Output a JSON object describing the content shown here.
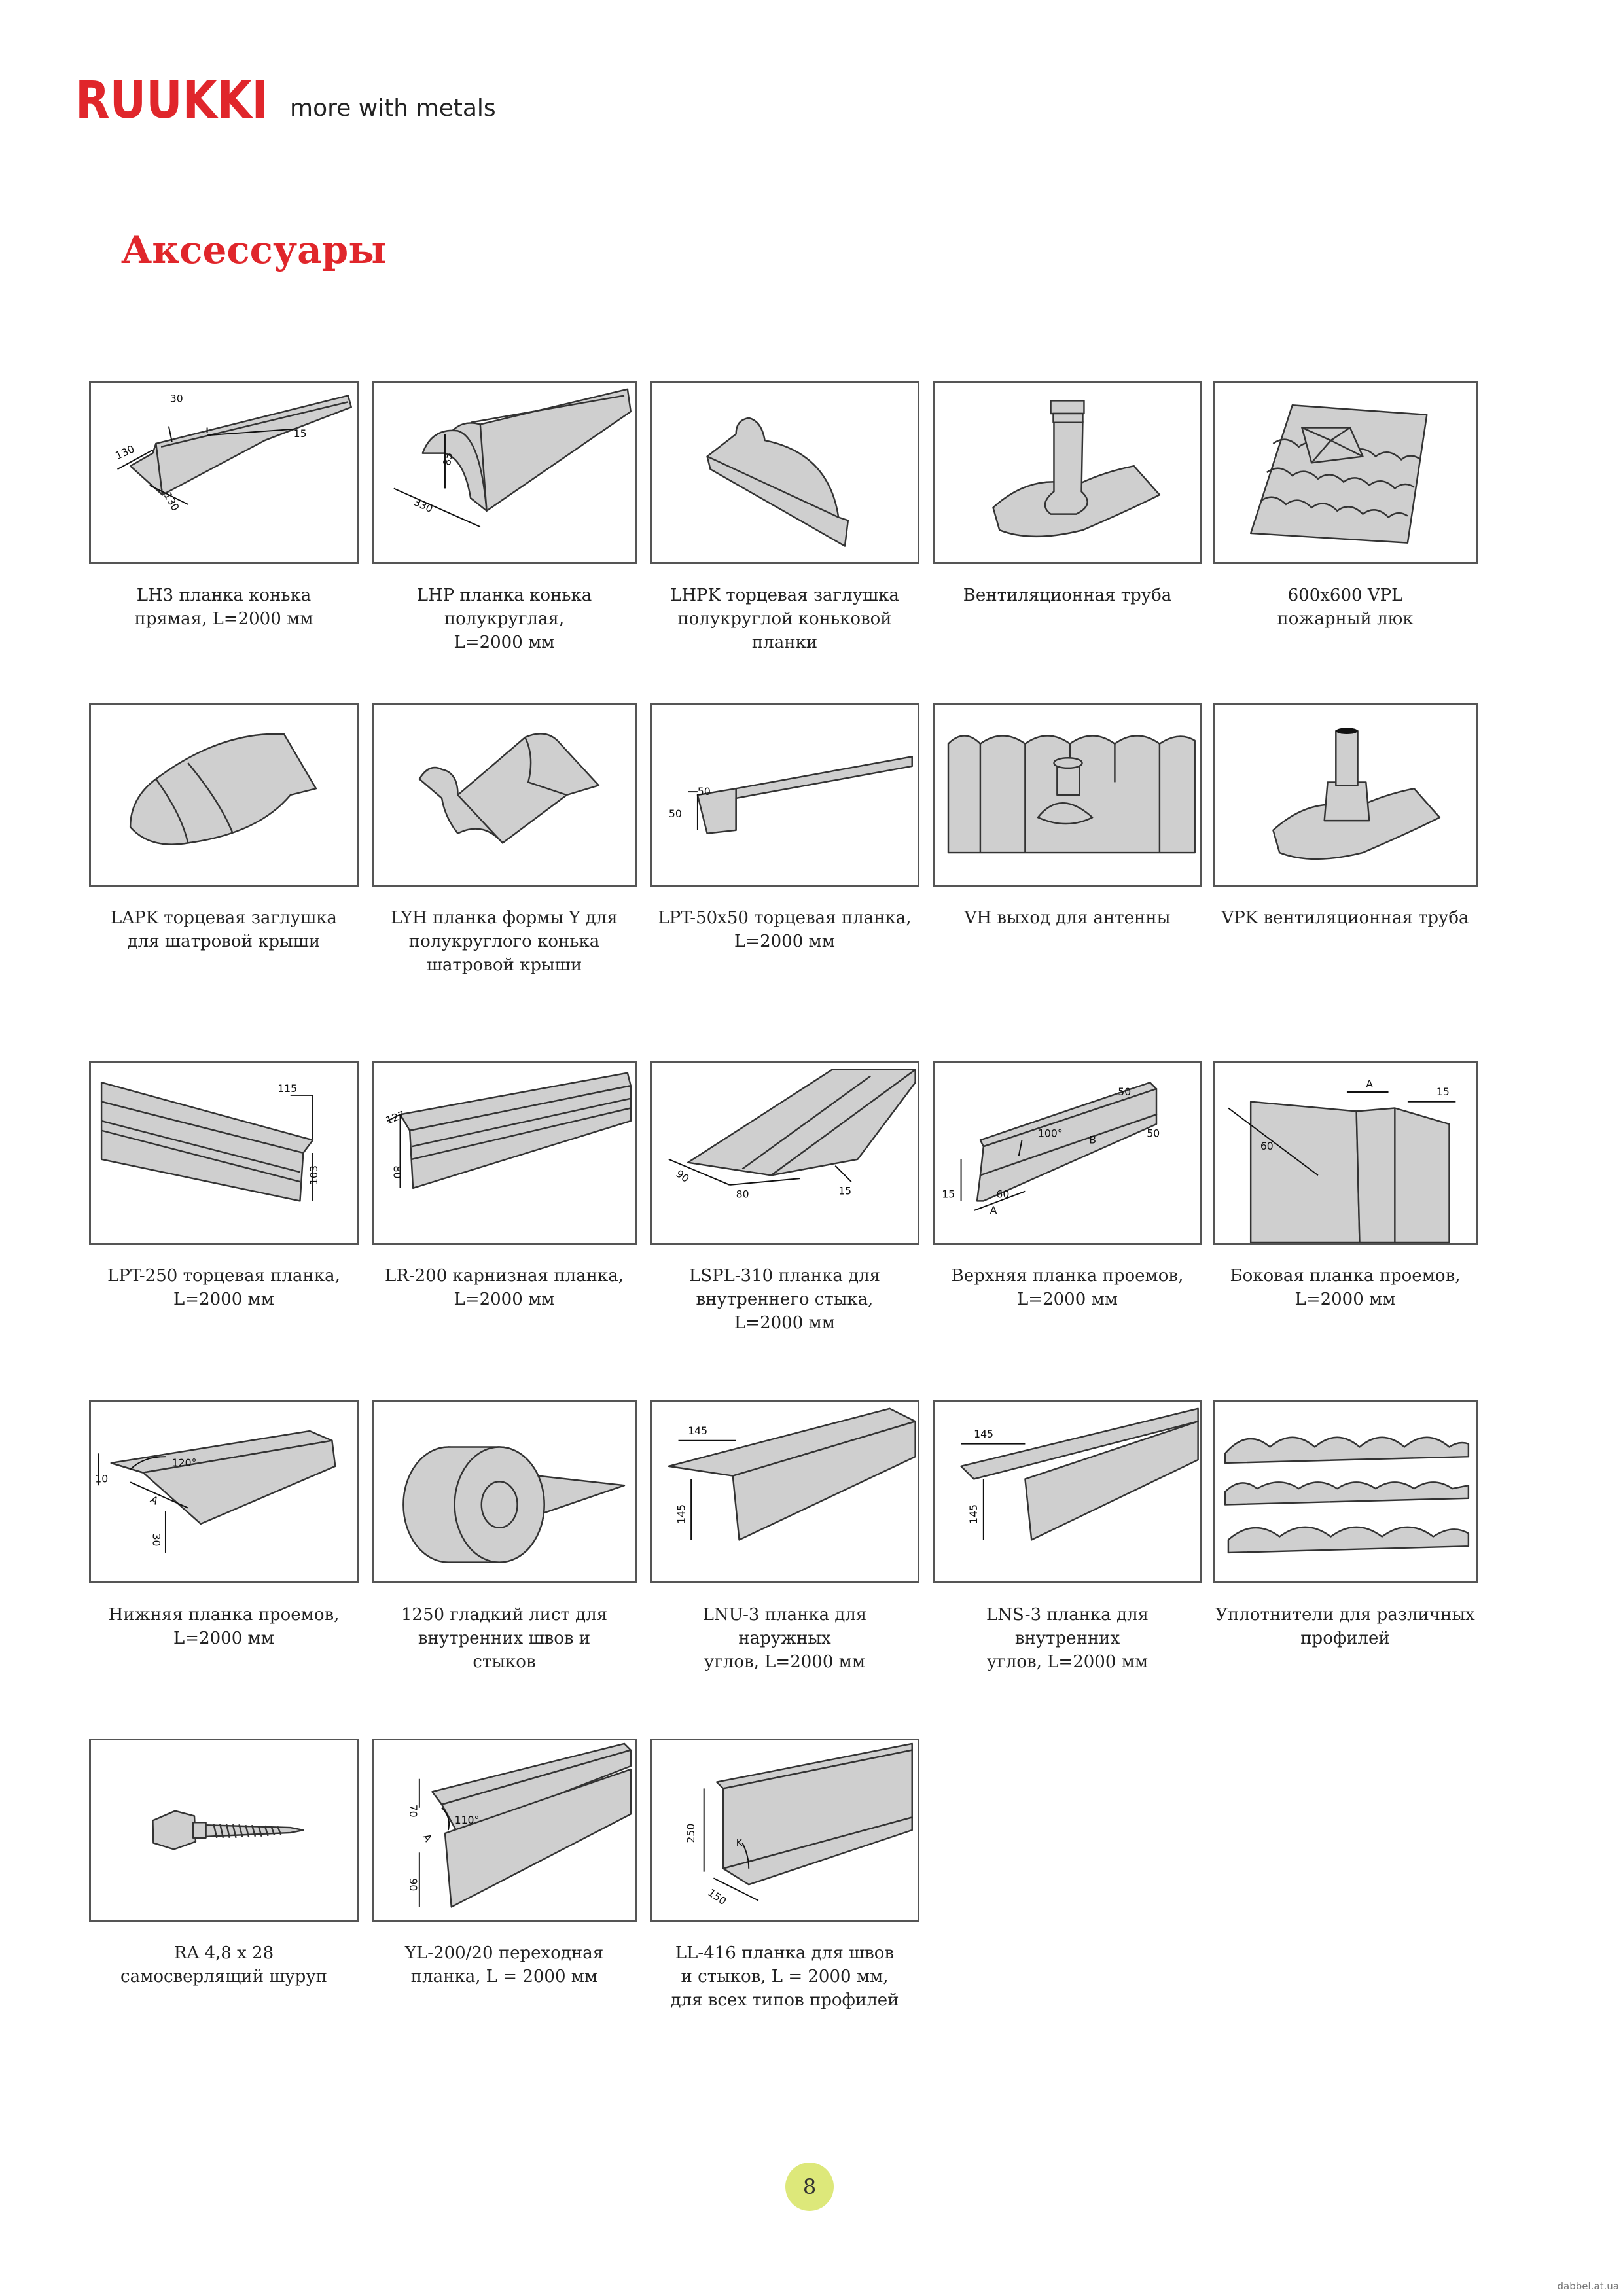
{
  "header": {
    "brand": "RUUKKI",
    "tagline": "more with metals",
    "brand_color": "#e0262b"
  },
  "page": {
    "title": "Аксессуары",
    "page_number": "8",
    "watermark": "dabbel.at.ua"
  },
  "products": [
    {
      "caption": "LH3 планка конька\nпрямая, L=2000 мм",
      "illustration": "ridge-straight",
      "dims": [
        "30",
        "15",
        "130",
        "130"
      ]
    },
    {
      "caption": "LHP планка конька\nполукруглая,\nL=2000 мм",
      "illustration": "ridge-round",
      "dims": [
        "85",
        "330"
      ]
    },
    {
      "caption": "LHPK торцевая заглушка\nполукруглой коньковой\nпланки",
      "illustration": "ridge-end-cap",
      "dims": []
    },
    {
      "caption": "Вентиляционная труба",
      "illustration": "vent-pipe",
      "dims": []
    },
    {
      "caption": "600х600 VPL\nпожарный люк",
      "illustration": "roof-hatch",
      "dims": []
    },
    {
      "caption": "LAPK торцевая заглушка\nдля шатровой крыши",
      "illustration": "hip-end-cap",
      "dims": []
    },
    {
      "caption": "LYH планка формы Y для\nполукруглого конька\nшатровой крыши",
      "illustration": "y-ridge",
      "dims": []
    },
    {
      "caption": "LPT-50x50 торцевая планка,\nL=2000 мм",
      "illustration": "gable-trim-50",
      "dims": [
        "50",
        "50"
      ]
    },
    {
      "caption": "VH выход для антенны",
      "illustration": "antenna-outlet",
      "dims": []
    },
    {
      "caption": "VPK вентиляционная труба",
      "illustration": "vent-pipe-2",
      "dims": []
    },
    {
      "caption": "LPT-250 торцевая планка,\nL=2000 мм",
      "illustration": "gable-trim-250",
      "dims": [
        "115",
        "103"
      ]
    },
    {
      "caption": "LR-200 карнизная планка,\nL=2000 мм",
      "illustration": "eaves-trim",
      "dims": [
        "127",
        "80"
      ]
    },
    {
      "caption": "LSPL-310 планка для\nвнутреннего стыка,\nL=2000 мм",
      "illustration": "valley-trim",
      "dims": [
        "90",
        "80",
        "15"
      ]
    },
    {
      "caption": "Верхняя планка проемов,\nL=2000 мм",
      "illustration": "top-opening-trim",
      "dims": [
        "50",
        "100°",
        "B",
        "50",
        "15",
        "60",
        "A"
      ]
    },
    {
      "caption": "Боковая планка проемов,\nL=2000 мм",
      "illustration": "side-opening-trim",
      "dims": [
        "A",
        "15",
        "60"
      ]
    },
    {
      "caption": "Нижняя планка проемов,\nL=2000 мм",
      "illustration": "bottom-opening-trim",
      "dims": [
        "10",
        "120°",
        "A",
        "30"
      ]
    },
    {
      "caption": "1250 гладкий лист для\nвнутренних швов и\nстыков",
      "illustration": "flat-sheet-roll",
      "dims": []
    },
    {
      "caption": "LNU-3 планка для\nнаружных\nуглов, L=2000 мм",
      "illustration": "outer-corner",
      "dims": [
        "145",
        "145"
      ]
    },
    {
      "caption": "LNS-3 планка для\nвнутренних\nуглов, L=2000 мм",
      "illustration": "inner-corner",
      "dims": [
        "145",
        "145"
      ]
    },
    {
      "caption": "Уплотнители для различных\nпрофилей",
      "illustration": "profile-seals",
      "dims": []
    },
    {
      "caption": "RA 4,8 x 28\nсамосверлящий шуруп",
      "illustration": "screw",
      "dims": []
    },
    {
      "caption": "YL-200/20 переходная\nпланка, L = 2000 мм",
      "illustration": "transition-trim",
      "dims": [
        "70",
        "110°",
        "A",
        "90"
      ]
    },
    {
      "caption": "LL-416 планка для швов\nи стыков, L = 2000 мм,\nдля всех типов профилей",
      "illustration": "seam-trim",
      "dims": [
        "250",
        "K",
        "150"
      ]
    }
  ]
}
